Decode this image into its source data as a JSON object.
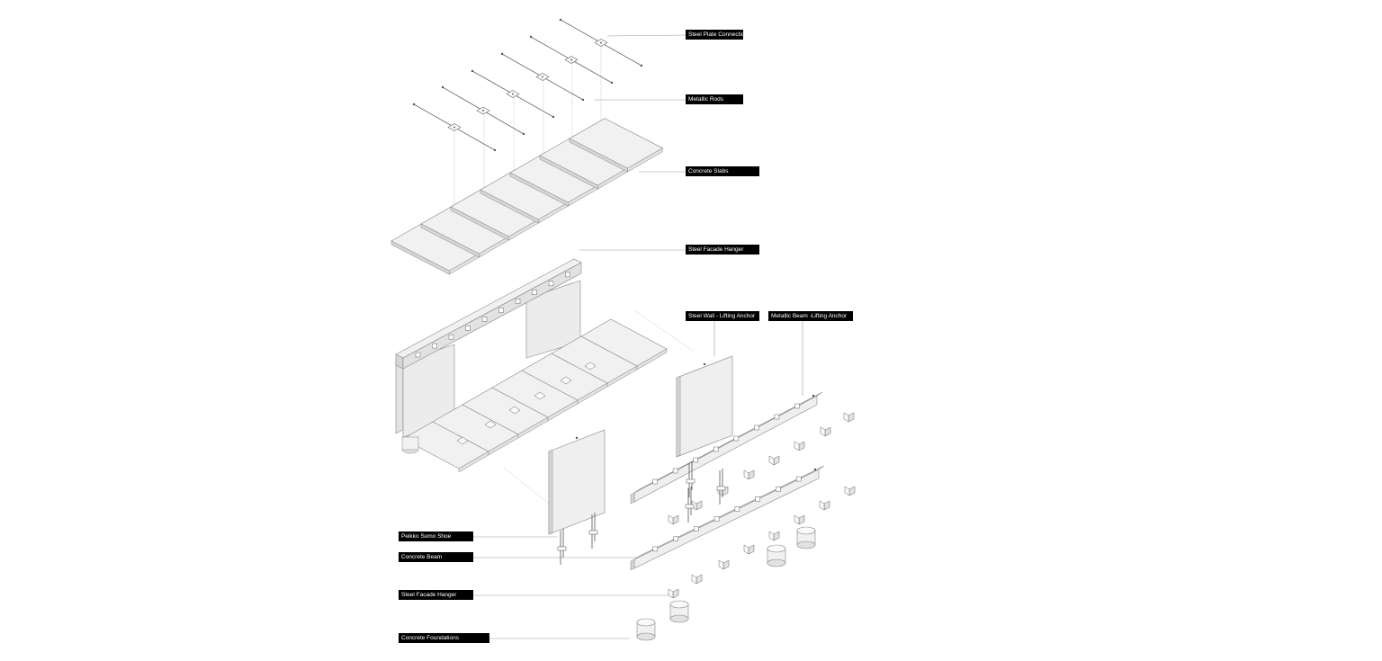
{
  "labels": {
    "steel_plate_connection": "Steel Plate Connectio",
    "metallic_rods": "Metallic Rods",
    "concrete_slabs": "Concrete Slabs",
    "steel_facade_hanger_top": "Steel Facade Hanger",
    "steel_wall_lifting_anchor": "Steel Wall - Lifting Anchor",
    "metallic_beam_lifting_anchor": "Metallic Beam -Lifting Anchor",
    "peikko_sumo_shoe": "Peikko Sumo Shoe",
    "concrete_beam": "Concrete Beam",
    "steel_facade_hanger_bottom": "Steel Facade Hanger",
    "concrete_foundations": "Concrete Foundations"
  },
  "colors": {
    "label_bg": "#000000",
    "label_text": "#ffffff",
    "line": "#8a8a8a",
    "surface": "#f0f0f0"
  }
}
